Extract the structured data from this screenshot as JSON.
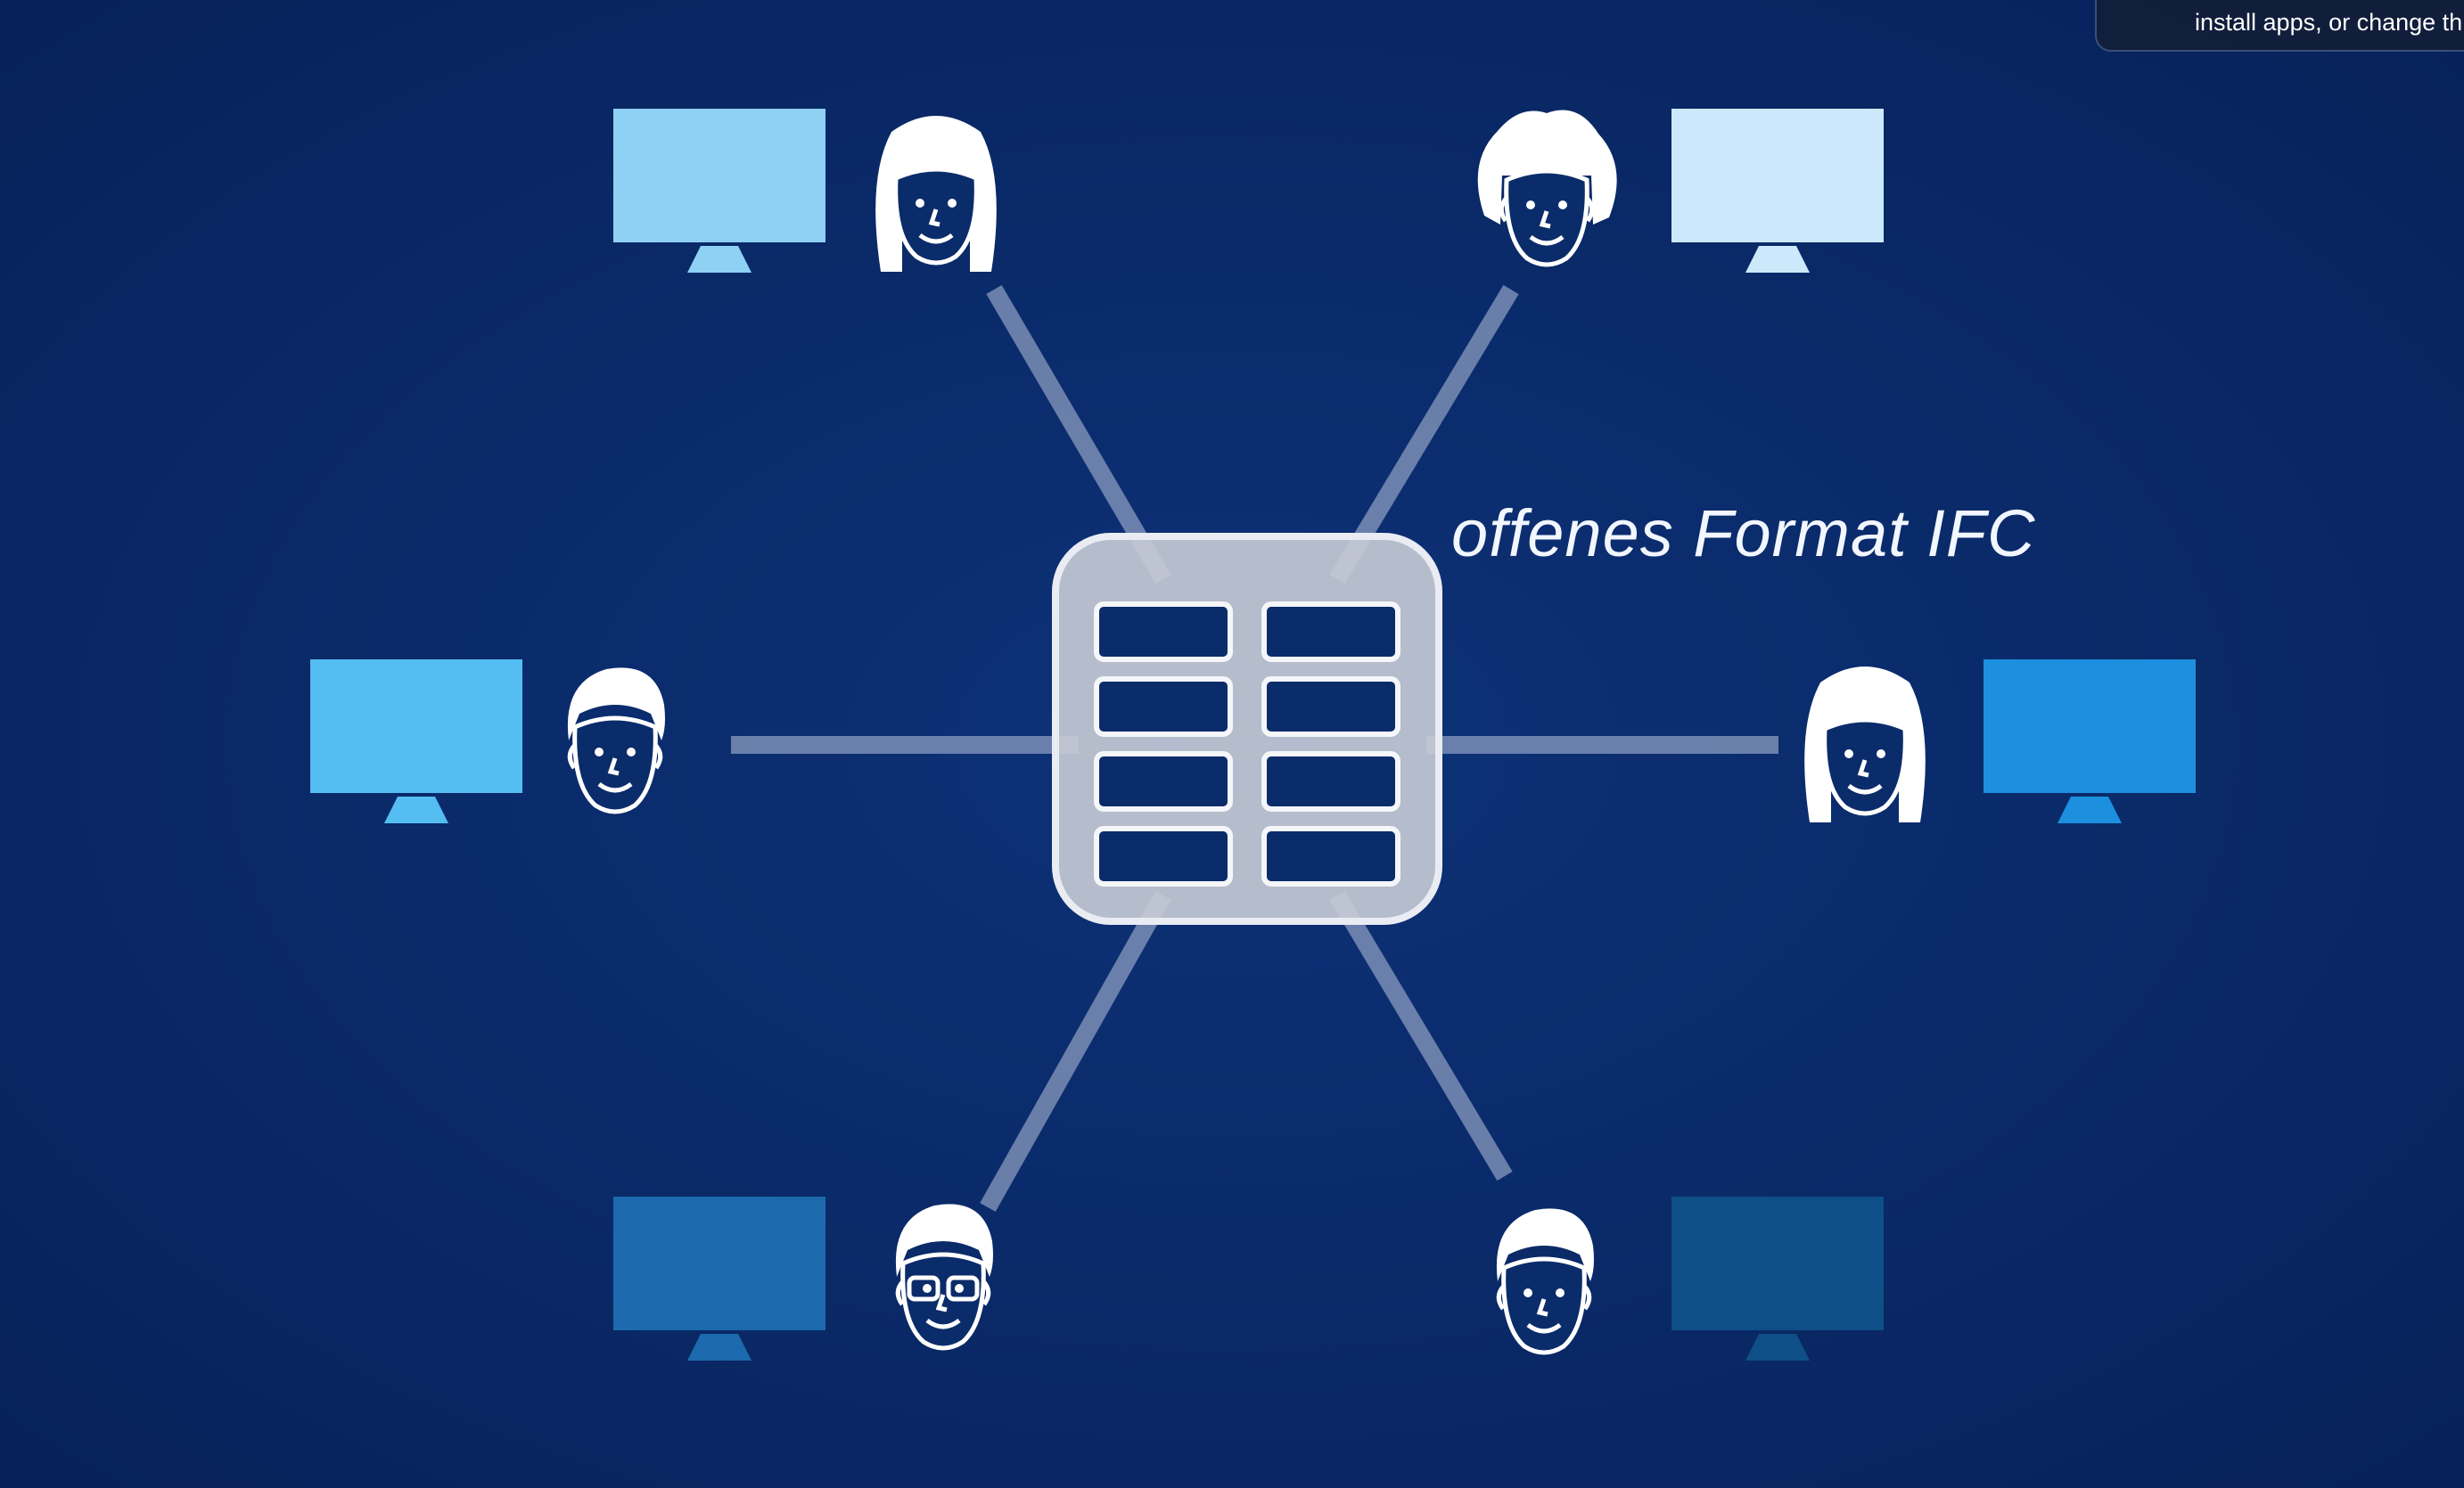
{
  "diagram": {
    "caption": "offenes Format IFC",
    "hub": {
      "icon": "table-grid-icon",
      "rows": 4,
      "columns": 2
    },
    "participants": [
      {
        "id": "top-left",
        "avatar": "woman-long-hair-avatar-icon",
        "monitor_color": "#8fd0f5"
      },
      {
        "id": "top-right",
        "avatar": "woman-curly-hair-avatar-icon",
        "monitor_color": "#cbe9fb"
      },
      {
        "id": "middle-left",
        "avatar": "man-avatar-icon",
        "monitor_color": "#54bdf2"
      },
      {
        "id": "middle-right",
        "avatar": "woman-bob-hair-avatar-icon",
        "monitor_color": "#1d8fdf"
      },
      {
        "id": "bottom-left",
        "avatar": "man-glasses-avatar-icon",
        "monitor_color": "#1c6aad"
      },
      {
        "id": "bottom-right",
        "avatar": "man-avatar-icon",
        "monitor_color": "#0e4f87"
      }
    ]
  },
  "notification": {
    "text": "install apps, or change th"
  },
  "colors": {
    "background": "#0a2a63",
    "connector": "#7f91b8",
    "hub_fill": "#c8ccd6"
  }
}
